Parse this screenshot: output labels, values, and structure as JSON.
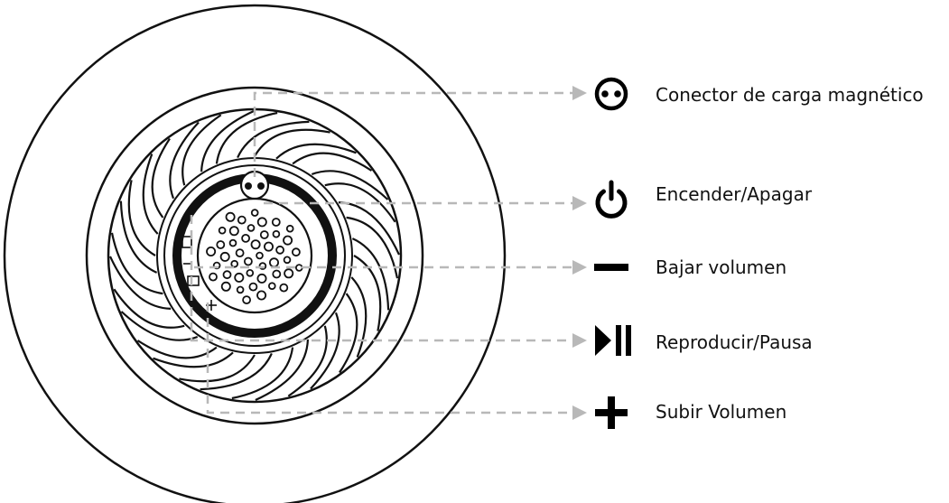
{
  "legend": {
    "items": [
      {
        "icon": "magnetic-charge-icon",
        "label": "Conector de carga magnético"
      },
      {
        "icon": "power-icon",
        "label": "Encender/Apagar"
      },
      {
        "icon": "minus-icon",
        "label": "Bajar volumen"
      },
      {
        "icon": "play-pause-icon",
        "label": "Reproducir/Pausa"
      },
      {
        "icon": "plus-icon",
        "label": "Subir Volumen"
      }
    ]
  },
  "colors": {
    "line": "#111111",
    "leader": "#b8b8b8",
    "icon": "#000000"
  }
}
